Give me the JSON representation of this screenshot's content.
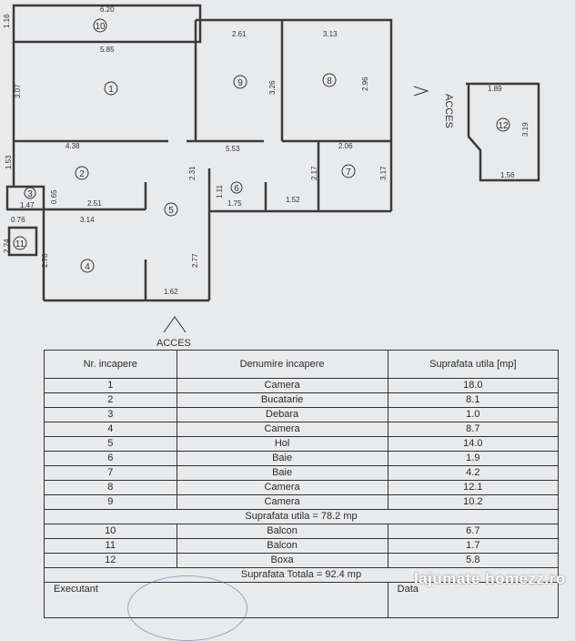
{
  "plan": {
    "dims": {
      "d620": "6.20",
      "d116": "1.16",
      "d585": "5.85",
      "d261": "2.61",
      "d313": "3.13",
      "d307": "3.07",
      "d326": "3.26",
      "d296": "2.96",
      "d438": "4.38",
      "d553": "5.53",
      "d206": "2.06",
      "d153": "1.53",
      "d231": "2.31",
      "d217": "2.17",
      "d317": "3.17",
      "d111": "1.11",
      "d147": "1.47",
      "d065": "0.65",
      "d251": "2.51",
      "d175": "1.75",
      "d152": "1.52",
      "d076": "0.76",
      "d314": "3.14",
      "d224": "2.24",
      "d278": "2.78",
      "d277": "2.77",
      "d162": "1.62",
      "d189": "1.89",
      "d319": "3.19",
      "d156": "1.56"
    },
    "rooms": [
      "1",
      "2",
      "3",
      "4",
      "5",
      "6",
      "7",
      "8",
      "9",
      "10",
      "11",
      "12"
    ],
    "acces_main": "ACCES",
    "acces_side": "ACCES"
  },
  "table": {
    "headers": [
      "Nr. incapere",
      "Denumire incapere",
      "Suprafata utila [mp]"
    ],
    "rows": [
      {
        "nr": "1",
        "name": "Camera",
        "area": "18.0"
      },
      {
        "nr": "2",
        "name": "Bucatarie",
        "area": "8.1"
      },
      {
        "nr": "3",
        "name": "Debara",
        "area": "1.0"
      },
      {
        "nr": "4",
        "name": "Camera",
        "area": "8.7"
      },
      {
        "nr": "5",
        "name": "Hol",
        "area": "14.0"
      },
      {
        "nr": "6",
        "name": "Baie",
        "area": "1.9"
      },
      {
        "nr": "7",
        "name": "Baie",
        "area": "4.2"
      },
      {
        "nr": "8",
        "name": "Camera",
        "area": "12.1"
      },
      {
        "nr": "9",
        "name": "Camera",
        "area": "10.2"
      }
    ],
    "subtotal": "Suprafata utila = 78.2 mp",
    "rows2": [
      {
        "nr": "10",
        "name": "Balcon",
        "area": "6.7"
      },
      {
        "nr": "11",
        "name": "Balcon",
        "area": "1.7"
      },
      {
        "nr": "12",
        "name": "Boxa",
        "area": "5.8"
      }
    ],
    "total": "Suprafata Totala  = 92.4 mp",
    "executant": "Executant",
    "data_label": "Data"
  },
  "watermark": "lajumate homezz.ro"
}
